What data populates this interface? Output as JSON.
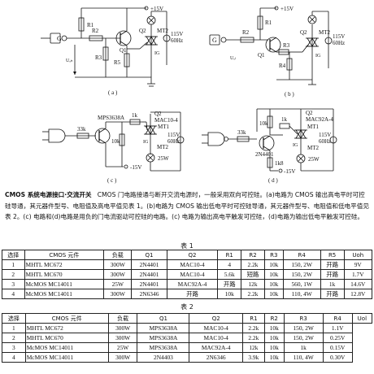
{
  "diagrams": {
    "a": {
      "label": "( a )",
      "r1": "R1",
      "r2": "R2",
      "r3": "R3",
      "r5": "R5",
      "q1": "Q1",
      "q2": "Q2",
      "mt2": "MT2",
      "mt1": "MT1",
      "ig": "IG",
      "v_supply": "+15V",
      "ac": "115V\n60Hz",
      "u_label": "Uₒₕ",
      "gate": "G"
    },
    "b": {
      "label": "( b )",
      "r1": "R1",
      "r2": "R2",
      "r3": "R3",
      "r4": "R4",
      "q1": "Q1",
      "q2": "Q2",
      "mt2": "MT2",
      "mt1": "MT1",
      "ig": "IG",
      "v_supply": "+15V",
      "ac": "115V\n60Hz",
      "u_label": "Uₒₗ",
      "gate": "G"
    },
    "c": {
      "label": "( c )",
      "part": "MPS3638A",
      "q2": "Q2",
      "triac": "MAC10-4",
      "mt1": "MT1",
      "mt2": "MT2",
      "r_1k": "1k",
      "r_33k": "33k",
      "r_10k": "10k",
      "ac": "115V\n60Hz",
      "lamp": "25W",
      "v_supply": "-15V",
      "ig": "IG"
    },
    "d": {
      "label": "( d )",
      "q2": "Q2",
      "triac": "MAC92A-4",
      "mt1": "MT1",
      "mt2": "MT2",
      "r_1k": "1k",
      "r_33k": "33k",
      "r_10k": "10k",
      "r_1k8": "1k8",
      "q": "2N4401",
      "ac": "115V\n60Hz",
      "lamp": "25W",
      "v_supply": "-15V",
      "ig": "IG"
    }
  },
  "caption": {
    "title": "CMOS 系统电源接口·交流开关",
    "body": "CMOS 门电路接通与断开交流电源时，一般采用双向可控硅。(a)电路为 CMOS 输出高电平时可控硅导通，其元器件型号、电阻值及高电平值见表 1。(b)电路为 CMOS 输出低电平时可控硅导通，其元器件型号、电阻值和低电平值见表 2。(c) 电路和(d)电路是用负的门电流驱动可控硅的电路。(c) 电路为输出高电平触发可控硅，(d)电路为输出低电平触发可控硅。"
  },
  "table1": {
    "title": "表 1",
    "headers": [
      "选择",
      "CMOS 元件",
      "负载",
      "Q1",
      "Q2",
      "R1",
      "R2",
      "R3",
      "R4",
      "R5",
      "Uoh"
    ],
    "rows": [
      [
        "1",
        "MHTL  MC672",
        "300W",
        "2N4401",
        "MAC10-4",
        "4",
        "2.2k",
        "10k",
        "150, 2W",
        "开路",
        "9V"
      ],
      [
        "2",
        "MHTL  MC670",
        "300W",
        "2N4401",
        "MAC10-4",
        "5.6k",
        "短路",
        "10k",
        "150, 2W",
        "开路",
        "1.7V"
      ],
      [
        "3",
        "McMOS MC14011",
        "25W",
        "2N4401",
        "MAC92A-4",
        "开路",
        "12k",
        "10k",
        "560, 1W",
        "1k",
        "14.6V"
      ],
      [
        "4",
        "McMOS MC14011",
        "300W",
        "2N6346",
        "开路",
        "10k",
        "2.2k",
        "10k",
        "110, 4W",
        "开路",
        "12.8V"
      ]
    ]
  },
  "table2": {
    "title": "表 2",
    "headers": [
      "选择",
      "CMOS  元件",
      "负载",
      "Q1",
      "Q2",
      "R1",
      "R2",
      "R3",
      "R4",
      "Uol"
    ],
    "rows": [
      [
        "1",
        "MHTL  MC672",
        "300W",
        "MPS3638A",
        "MAC10-4",
        "2.2k",
        "10k",
        "150, 2W",
        "1.1V"
      ],
      [
        "2",
        "MHTL  MC670",
        "300W",
        "MPS3638A",
        "MAC10-4",
        "2.2k",
        "10k",
        "150, 2W",
        "0.25V"
      ],
      [
        "3",
        "McMOS MC14011",
        "25W",
        "MPS3638A",
        "MAC92A-4",
        "12k",
        "10k",
        "1k",
        "0.15V"
      ],
      [
        "4",
        "McMOS MC14011",
        "300W",
        "2N4403",
        "2N6346",
        "3.9k",
        "10k",
        "110, 4W",
        "0.30V"
      ]
    ]
  }
}
